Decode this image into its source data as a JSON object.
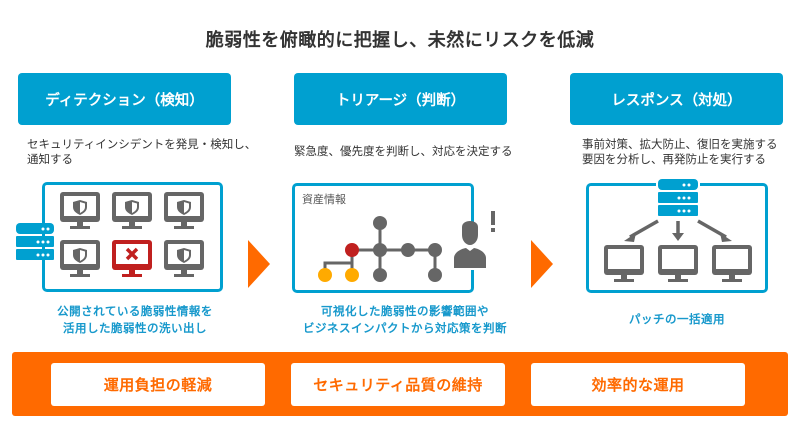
{
  "title": "脆弱性を俯瞰的に把握し、未然にリスクを低減",
  "stages": [
    {
      "label": "ディテクション（検知）",
      "description_lines": [
        "セキュリティインシデントを発見・検知し、",
        "通知する"
      ],
      "caption_lines": [
        "公開されている脆弱性情報を",
        "活用した脆弱性の洗い出し"
      ]
    },
    {
      "label": "トリアージ（判断）",
      "description_lines": [
        "緊急度、優先度を判断し、対応を決定する"
      ],
      "panel_label": "資産情報",
      "caption_lines": [
        "可視化した脆弱性の影響範囲や",
        "ビジネスインパクトから対応策を判断"
      ]
    },
    {
      "label": "レスポンス（対処）",
      "description_lines": [
        "事前対策、拡大防止、復旧を実施する",
        "要因を分析し、再発防止を実行する"
      ],
      "caption_lines": [
        "パッチの一括適用"
      ]
    }
  ],
  "benefits": [
    "運用負担の軽減",
    "セキュリティ品質の維持",
    "効率的な運用"
  ],
  "colors": {
    "primary_blue": "#00a0d0",
    "caption_blue": "#1899cc",
    "orange": "#ff6a00",
    "gray_icon": "#666666",
    "alert_red": "#c0201f",
    "node_yellow": "#ffaa00"
  }
}
